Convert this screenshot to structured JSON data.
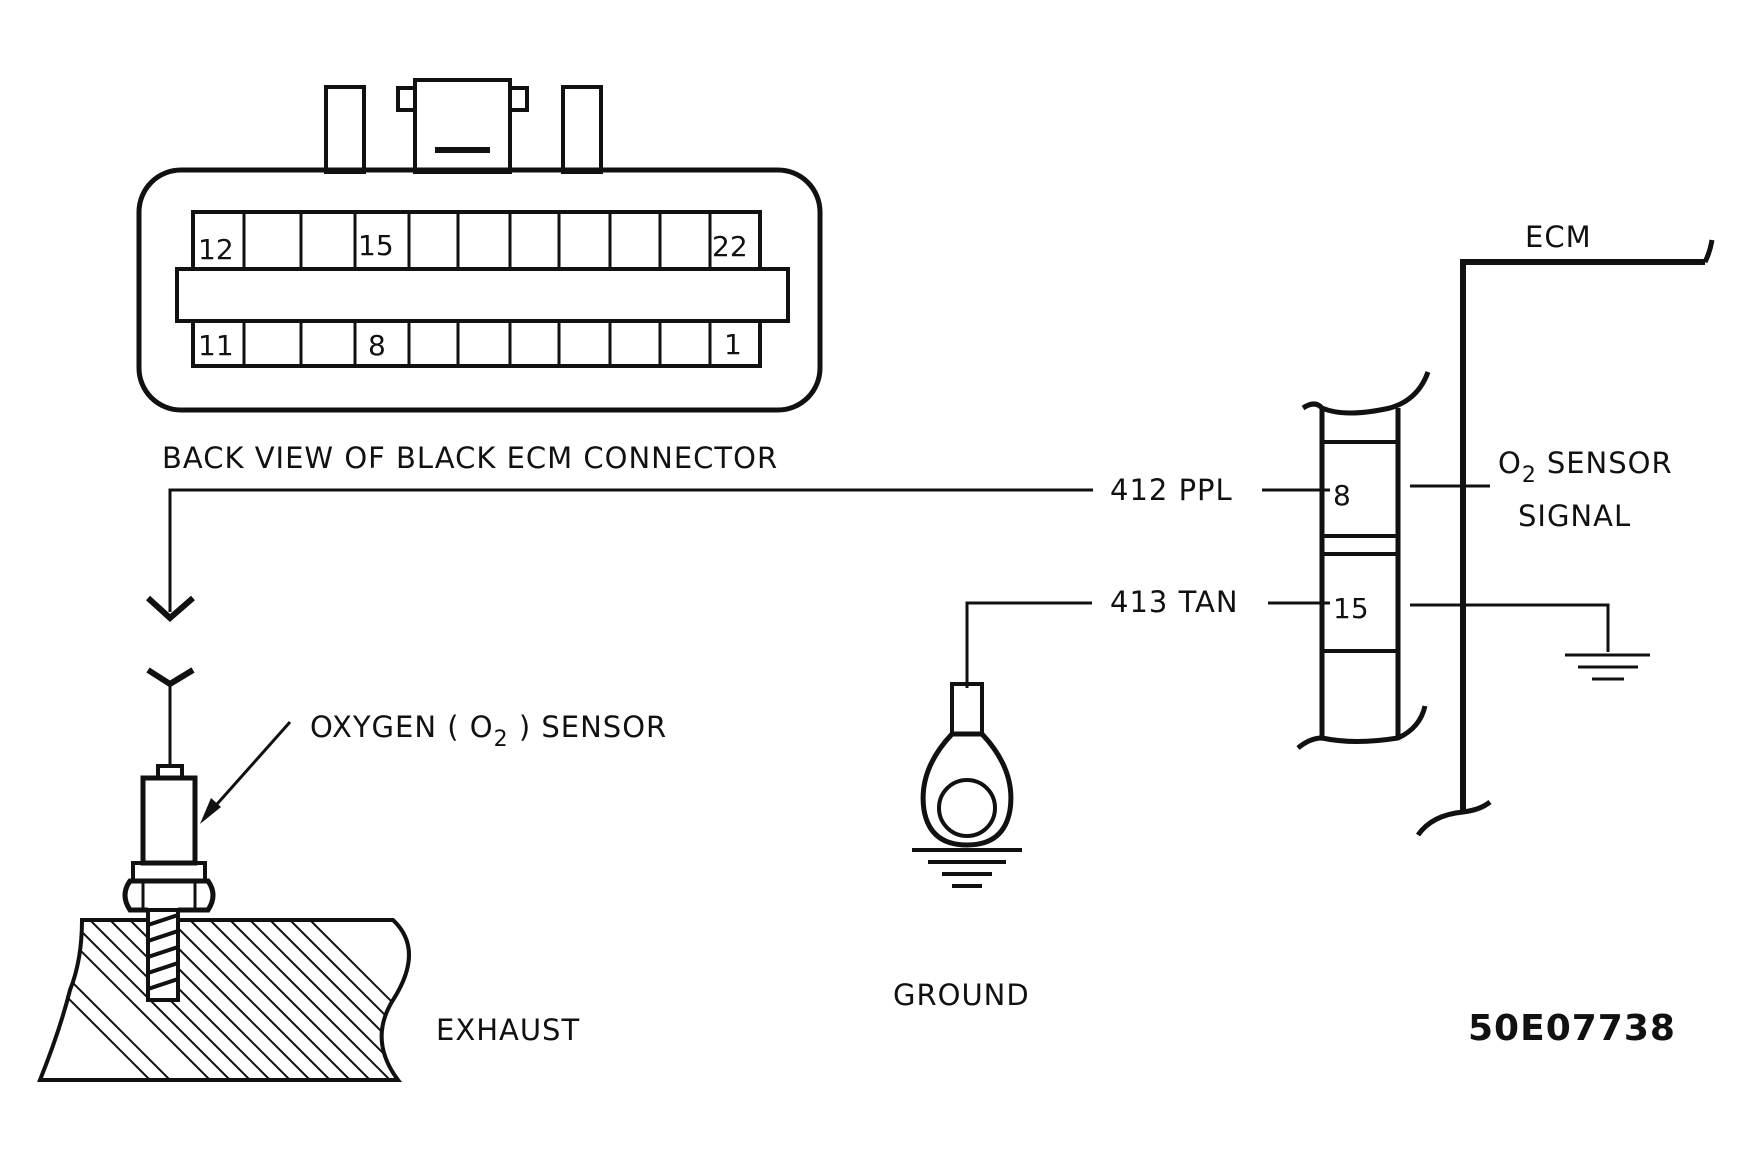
{
  "connector": {
    "caption": "BACK VIEW OF BLACK ECM CONNECTOR",
    "top_pins": {
      "left": "12",
      "middle": "15",
      "right": "22"
    },
    "bottom_pins": {
      "left": "11",
      "middle": "8",
      "right": "1"
    }
  },
  "ecm": {
    "label": "ECM",
    "terminal_signal": "8",
    "terminal_ground": "15",
    "signal_label_line1": "SENSOR",
    "signal_label_line2": "SIGNAL",
    "o2_letter": "O",
    "o2_subscript": "2"
  },
  "wires": {
    "signal": "412 PPL",
    "ground": "413 TAN"
  },
  "sensor": {
    "label_part1": "OXYGEN ( O",
    "label_subscript": "2",
    "label_part2": " ) SENSOR"
  },
  "ground_label": "GROUND",
  "exhaust_label": "EXHAUST",
  "figure_id": "50E07738"
}
